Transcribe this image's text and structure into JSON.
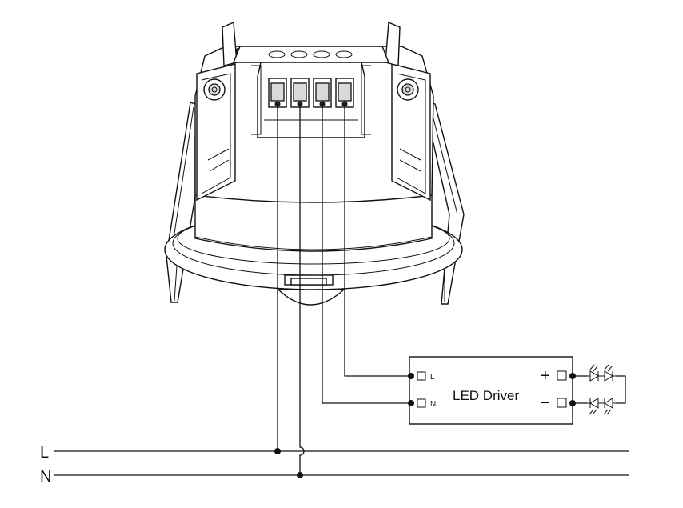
{
  "lines": {
    "live_label": "L",
    "neutral_label": "N"
  },
  "driver": {
    "title": "LED Driver",
    "input_live": "L",
    "input_neutral": "N",
    "output_positive": "+",
    "output_negative": "−"
  },
  "colors": {
    "stroke": "#111111",
    "body_fill": "#ffffff",
    "shade_fill": "#d9d9d9"
  }
}
